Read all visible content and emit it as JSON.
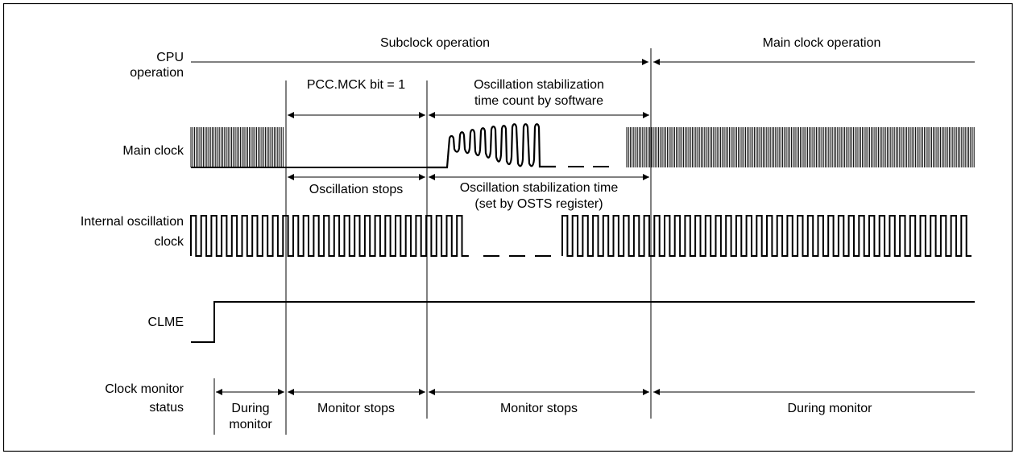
{
  "labels": {
    "cpu_line1": "CPU",
    "cpu_line2": "operation",
    "main_clock": "Main clock",
    "internal_osc_line1": "Internal oscillation",
    "internal_osc_line2": "clock",
    "clme": "CLME",
    "clock_monitor_line1": "Clock monitor",
    "clock_monitor_line2": "status"
  },
  "cpu_phases": {
    "subclock": "Subclock operation",
    "main_clock": "Main clock operation"
  },
  "annotations": {
    "pcc_mck": "PCC.MCK bit = 1",
    "sw_count_line1": "Oscillation stabilization",
    "sw_count_line2": "time count by software",
    "osc_stops": "Oscillation stops",
    "stab_time_line1": "Oscillation stabilization time",
    "stab_time_line2": "(set by OSTS register)"
  },
  "monitor_status": {
    "during_line1": "During",
    "during_line2": "monitor",
    "stops_1": "Monitor stops",
    "stops_2": "Monitor stops",
    "during_monitor": "During monitor"
  },
  "colors": {
    "line": "#000000",
    "frame": "#000000",
    "background": "#ffffff"
  }
}
